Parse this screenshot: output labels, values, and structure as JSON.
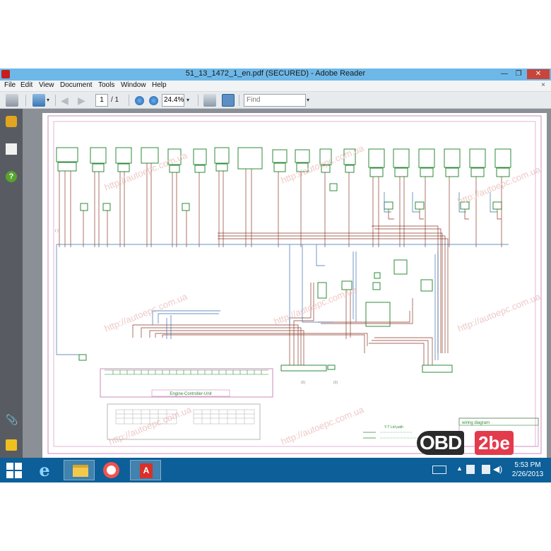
{
  "window": {
    "title": "51_13_1472_1_en.pdf (SECURED) - Adobe Reader",
    "minimize_label": "—",
    "maximize_label": "❐",
    "close_label": "✕"
  },
  "menubar": {
    "items": [
      "File",
      "Edit",
      "View",
      "Document",
      "Tools",
      "Window",
      "Help"
    ],
    "close_label": "×"
  },
  "toolbar": {
    "page_current": "1",
    "page_total": "/ 1",
    "zoom": "24.4%",
    "find_placeholder": "Find",
    "prev_glyph": "◀",
    "next_glyph": "▶",
    "caret": "▾"
  },
  "rail": {
    "help_glyph": "?",
    "attach_glyph": "📎"
  },
  "document": {
    "controller_label": "Engine-Controller-Unit",
    "title_block_label": "wiring diagram",
    "legend_heading": "Y-T Ltd path",
    "watermark": "http://autoepc.com.ua",
    "connector_labels": [
      "(0)",
      "(0)"
    ],
    "side_ref": "( )"
  },
  "taskbar": {
    "ie_glyph": "e",
    "acrobat_glyph": "A",
    "tray_arrow": "▲",
    "tray_volume": "◀)",
    "clock_time": "5:53 PM",
    "clock_date": "2/26/2013"
  },
  "logo": {
    "obd": "OBD",
    "tail": "2be"
  },
  "colors": {
    "wire_brown": "#8b3a2a",
    "wire_blue": "#3a6fb0",
    "component_green": "#2e8b3a",
    "frame_pink": "#cc88bb",
    "taskbar": "#0c5f98",
    "titlebar": "#6db8e8"
  }
}
